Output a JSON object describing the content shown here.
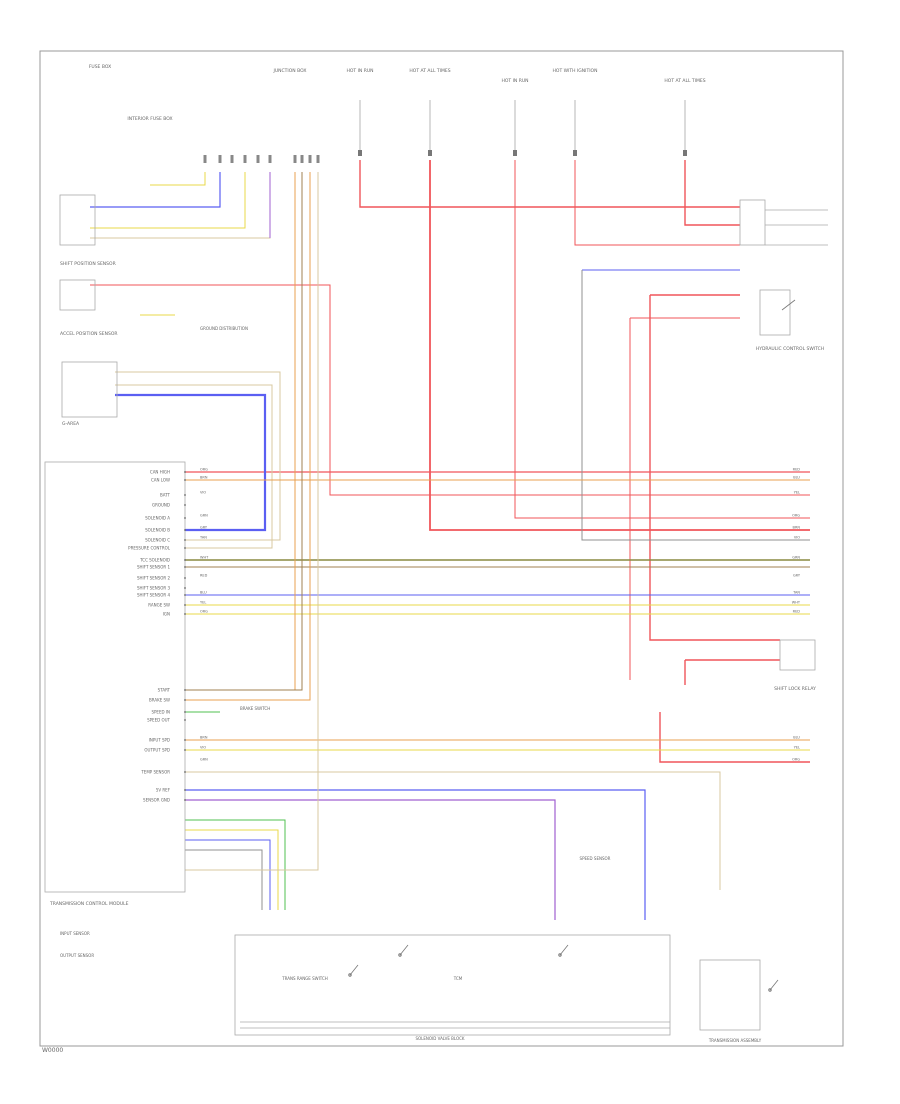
{
  "diagram": {
    "footer_id": "W0000",
    "colors": {
      "red": "#f0555a",
      "blue": "#5b5ff2",
      "yellow": "#e8d84a",
      "orange": "#e8a050",
      "brown": "#a08050",
      "purple": "#a060d0",
      "green": "#50c050",
      "gray": "#909090",
      "tan": "#d8c8a0",
      "olive": "#8a8a40"
    },
    "labels": [
      {
        "id": "hot-run",
        "text": "HOT IN RUN"
      },
      {
        "id": "hot-at-all-times",
        "text": "HOT AT ALL TIMES"
      },
      {
        "id": "hot-run-2",
        "text": "HOT IN RUN"
      },
      {
        "id": "hot-with-ignition",
        "text": "HOT WITH IGNITION"
      },
      {
        "id": "hot-at-times",
        "text": "HOT AT ALL TIMES"
      },
      {
        "id": "junction-block",
        "text": "JUNCTION BOX"
      },
      {
        "id": "fuse-box",
        "text": "FUSE BOX"
      },
      {
        "id": "interior-fuse",
        "text": "INTERIOR FUSE BOX"
      },
      {
        "id": "shift-position-sensor",
        "text": "SHIFT POSITION SENSOR"
      },
      {
        "id": "accel-sensor",
        "text": "ACCEL POSITION SENSOR"
      },
      {
        "id": "ground-dist",
        "text": "GROUND DISTRIBUTION"
      },
      {
        "id": "g-a",
        "text": "G-AREA"
      },
      {
        "id": "trans-control",
        "text": "TRANSMISSION CONTROL MODULE"
      },
      {
        "id": "hydraulic",
        "text": "HYDRAULIC CONTROL SWITCH"
      },
      {
        "id": "relay-label",
        "text": "SHIFT LOCK RELAY"
      },
      {
        "id": "brake-switch",
        "text": "BRAKE SWITCH"
      },
      {
        "id": "trans-range",
        "text": "TRANS RANGE SWITCH"
      },
      {
        "id": "solenoid-block",
        "text": "SOLENOID VALVE BLOCK"
      },
      {
        "id": "speed-sensor",
        "text": "SPEED SENSOR"
      },
      {
        "id": "trans-assembly",
        "text": "TRANSMISSION ASSEMBLY"
      },
      {
        "id": "input-sensor",
        "text": "INPUT SENSOR"
      },
      {
        "id": "output-sensor",
        "text": "OUTPUT SENSOR"
      },
      {
        "id": "tc",
        "text": "TCM"
      }
    ],
    "pin_labels": [
      "CAN HIGH",
      "CAN LOW",
      "BATT",
      "GROUND",
      "SOLENOID A",
      "SOLENOID B",
      "SOLENOID C",
      "PRESSURE CONTROL",
      "TCC SOLENOID",
      "SHIFT SENSOR 1",
      "SHIFT SENSOR 2",
      "SHIFT SENSOR 3",
      "SHIFT SENSOR 4",
      "RANGE SW",
      "IGN",
      "START",
      "BRAKE SW",
      "SPEED IN",
      "SPEED OUT",
      "INPUT SPD",
      "OUTPUT SPD",
      "TEMP SENSOR",
      "5V REF",
      "SENSOR GND"
    ],
    "wire_labels": [
      "RED",
      "BLU",
      "YEL",
      "ORG",
      "BRN",
      "VIO",
      "GRN",
      "GRY",
      "TAN",
      "WHT"
    ]
  }
}
